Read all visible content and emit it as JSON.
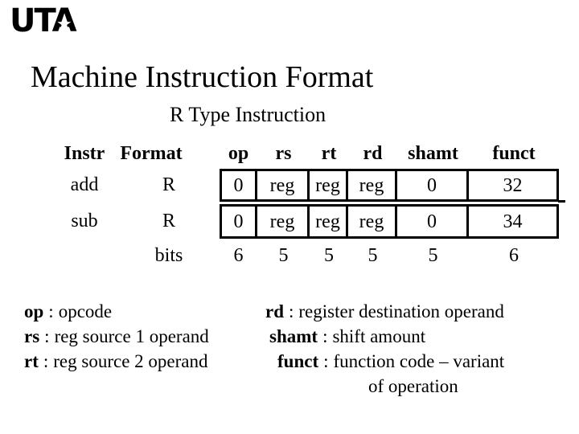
{
  "logo": {
    "text": "UTA",
    "star": "★"
  },
  "title": "Machine Instruction Format",
  "subtitle": "R Type Instruction",
  "table": {
    "headers": [
      "Instr",
      "Format",
      "op",
      "rs",
      "rt",
      "rd",
      "shamt",
      "funct"
    ],
    "rows": [
      {
        "instr": "add",
        "format": "R",
        "cells": [
          "0",
          "reg",
          "reg",
          "reg",
          "0",
          "32"
        ]
      },
      {
        "instr": "sub",
        "format": "R",
        "cells": [
          "0",
          "reg",
          "reg",
          "reg",
          "0",
          "34"
        ]
      }
    ],
    "bits_label": "bits",
    "bits": [
      "6",
      "5",
      "5",
      "5",
      "5",
      "6"
    ]
  },
  "legend": {
    "separator": ":",
    "left": [
      {
        "term": "op",
        "desc": "opcode"
      },
      {
        "term": "rs",
        "desc": "reg source 1 operand"
      },
      {
        "term": "rt",
        "desc": "reg source 2 operand"
      }
    ],
    "right": [
      {
        "term": "rd",
        "desc": "register destination operand"
      },
      {
        "term": "shamt",
        "desc": "shift amount"
      },
      {
        "term": "funct",
        "desc": "function code – variant"
      }
    ],
    "right_continuation": "of operation"
  },
  "colors": {
    "background": "#ffffff",
    "text": "#000000",
    "border": "#000000"
  }
}
